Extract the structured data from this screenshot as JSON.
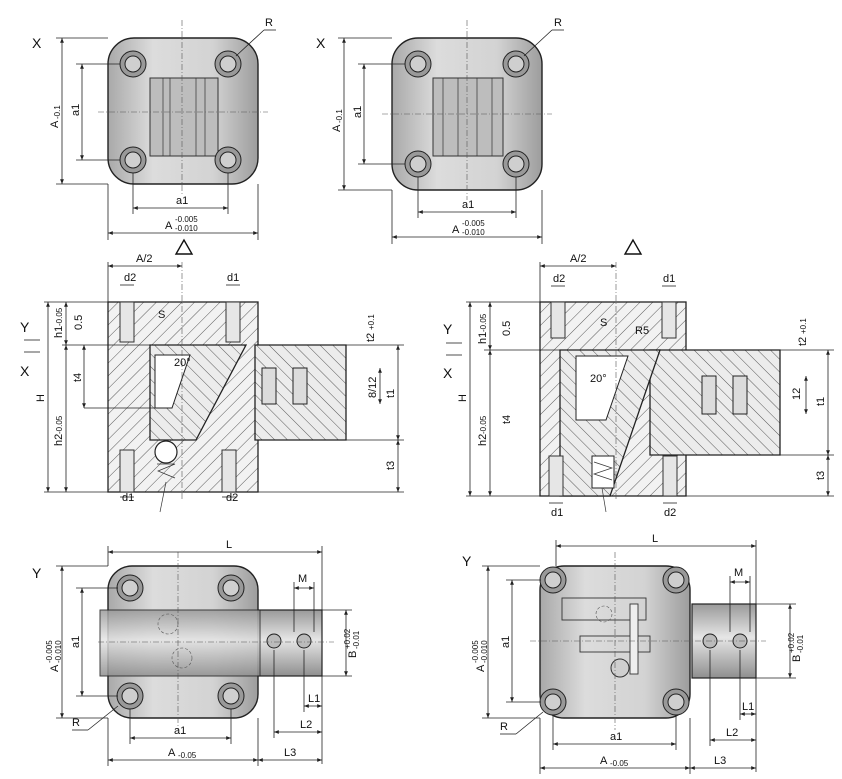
{
  "top_left": {
    "x_label": "X",
    "r_label": "R",
    "a_label": "A",
    "a_sub": "-0.1",
    "a1_vert": "a1",
    "a1_horiz": "a1",
    "a_tol_label": "A",
    "a_tol_upper": "-0.005",
    "a_tol_lower": "-0.010"
  },
  "top_right": {
    "x_label": "X",
    "r_label": "R",
    "a_label": "A",
    "a_sub": "-0.1",
    "a1_vert": "a1",
    "a1_horiz": "a1",
    "a_tol_label": "A",
    "a_tol_upper": "-0.005",
    "a_tol_lower": "-0.010"
  },
  "mid_left": {
    "a_half": "A/2",
    "d2_top": "d2",
    "d1_top": "d1",
    "d1_bottom": "d1",
    "d2_bottom": "d2",
    "h1": "h1",
    "h1_tol": "-0.05",
    "h2": "h2",
    "h2_tol": "-0.05",
    "h_label": "H",
    "y_label": "Y",
    "x_label": "X",
    "dim_05": "0.5",
    "s_label": "S",
    "angle": "20°",
    "t4": "t4",
    "t2": "t2",
    "t2_tol": "+0.1",
    "dim_812": "8/12",
    "t1": "t1",
    "t3": "t3"
  },
  "mid_right": {
    "a_half": "A/2",
    "d2_top": "d2",
    "d1_top": "d1",
    "d1_bottom": "d1",
    "d2_bottom": "d2",
    "h1": "h1",
    "h1_tol": "-0.05",
    "h2": "h2",
    "h2_tol": "-0.05",
    "h_label": "H",
    "y_label": "Y",
    "x_label": "X",
    "dim_05": "0.5",
    "s_label": "S",
    "r5": "R5",
    "angle": "20°",
    "t4": "t4",
    "t2": "t2",
    "t2_tol": "+0.1",
    "dim_12": "12",
    "t1": "t1",
    "t3": "t3"
  },
  "bot_left": {
    "y_label": "Y",
    "l_label": "L",
    "m_label": "M",
    "a_label": "A",
    "a_tol_upper": "-0.005",
    "a_tol_lower": "-0.010",
    "a1_vert": "a1",
    "a1_horiz": "a1",
    "b_label": "B",
    "b_tol_upper": "+0.02",
    "b_tol_lower": "-0.01",
    "l1": "L1",
    "l2": "L2",
    "l3": "L3",
    "r_label": "R",
    "a_bottom": "A",
    "a_bottom_tol": "-0.05"
  },
  "bot_right": {
    "y_label": "Y",
    "l_label": "L",
    "m_label": "M",
    "a_label": "A",
    "a_tol_upper": "-0.005",
    "a_tol_lower": "-0.010",
    "a1_vert": "a1",
    "a1_horiz": "a1",
    "b_label": "B",
    "b_tol_upper": "+0.02",
    "b_tol_lower": "-0.01",
    "l1": "L1",
    "l2": "L2",
    "l3": "L3",
    "r_label": "R",
    "a_bottom": "A",
    "a_bottom_tol": "-0.05"
  }
}
